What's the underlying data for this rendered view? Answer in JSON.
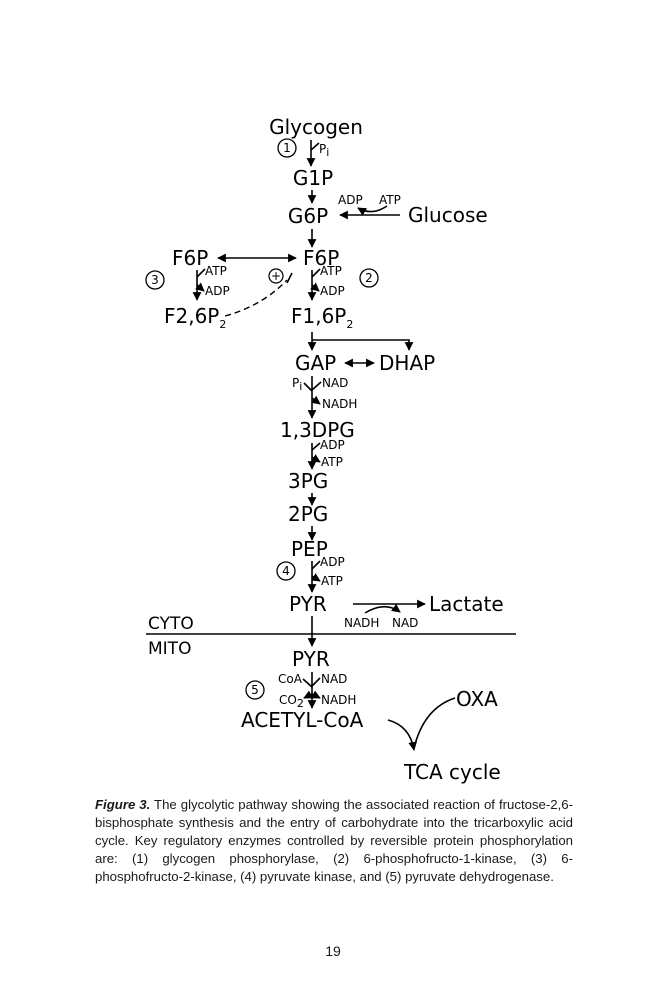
{
  "diagram": {
    "metabolites": {
      "glycogen": "Glycogen",
      "g1p": "G1P",
      "g6p": "G6P",
      "glucose": "Glucose",
      "f6p_left": "F6P",
      "f6p_main": "F6P",
      "f26p2": "F2,6P",
      "f16p2": "F1,6P",
      "gap": "GAP",
      "dhap": "DHAP",
      "bpg13": "1,3DPG",
      "pg3": "3PG",
      "pg2": "2PG",
      "pep": "PEP",
      "pyr_cyto": "PYR",
      "lactate": "Lactate",
      "pyr_mito": "PYR",
      "acetyl_coa": "ACETYL-CoA",
      "oxa": "OXA",
      "tca": "TCA cycle"
    },
    "subscripts": {
      "two_a": "2",
      "two_b": "2",
      "pi_glycogen": "i",
      "pi_gap": "i",
      "co2": "2"
    },
    "cofactors": {
      "pi_glycogen": "P",
      "adp_hexokinase": "ADP",
      "atp_hexokinase": "ATP",
      "atp_pfk1": "ATP",
      "adp_pfk1": "ADP",
      "atp_pfk2": "ATP",
      "adp_pfk2": "ADP",
      "pi_gap": "P",
      "nad_gap": "NAD",
      "nadh_gap": "NADH",
      "adp_pgk": "ADP",
      "atp_pgk": "ATP",
      "adp_pk": "ADP",
      "atp_pk": "ATP",
      "nadh_ldh": "NADH",
      "nad_ldh": "NAD",
      "coa_pdh": "CoA",
      "co2_pdh": "CO",
      "nad_pdh": "NAD",
      "nadh_pdh": "NADH"
    },
    "enzyme_markers": [
      "1",
      "2",
      "3",
      "4",
      "5"
    ],
    "activation_symbol": "+",
    "compartments": {
      "cyto": "CYTO",
      "mito": "MITO"
    }
  },
  "caption": {
    "label": "Figure 3.",
    "text": "The glycolytic pathway showing the associated reaction of fructose-2,6-bisphosphate synthesis and the entry of carbohydrate into the tricarboxylic acid cycle. Key regulatory enzymes controlled by reversible protein phosphorylation are: (1) glycogen phosphorylase, (2) 6-phosphofructo-1-kinase, (3) 6-phosphofructo-2-kinase, (4) pyruvate kinase, and (5) pyruvate dehydrogenase."
  },
  "page_number": "19"
}
